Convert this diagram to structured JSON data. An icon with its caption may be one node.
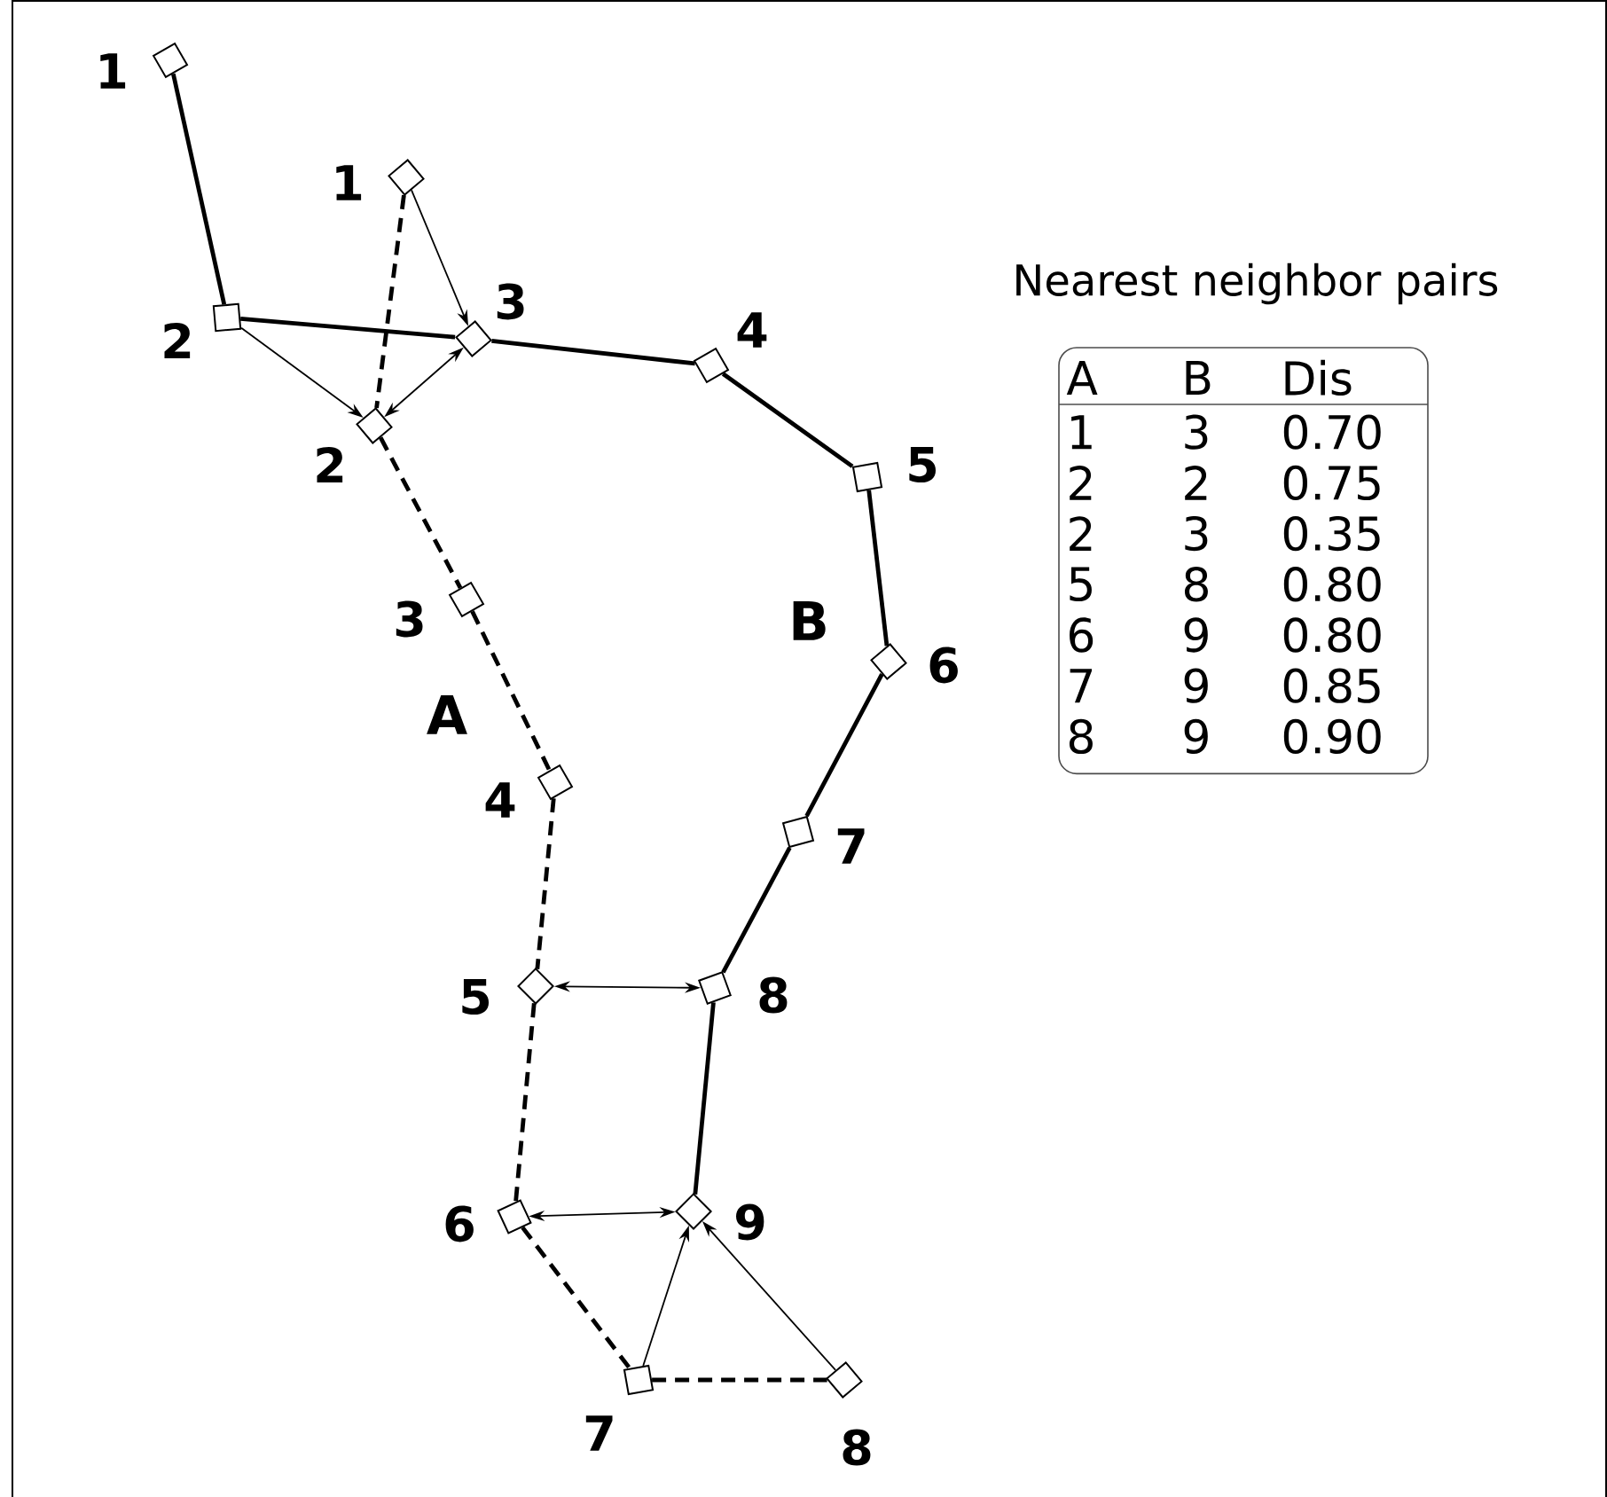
{
  "diagram": {
    "title": "Nearest neighbor pairs",
    "nodes": [
      {
        "text": [],
        "shape": "diamond",
        "beside": [
          "1"
        ]
      },
      {
        "text": [],
        "shape": "diamond",
        "beside": [
          "1"
        ]
      },
      {
        "text": [],
        "shape": "box",
        "beside": [
          "2"
        ]
      },
      {
        "text": [],
        "shape": "diamond",
        "beside": [
          "3"
        ]
      },
      {
        "text": [],
        "shape": "diamond",
        "beside": [
          "4"
        ]
      },
      {
        "text": [],
        "shape": "diamond",
        "beside": [
          "2"
        ]
      },
      {
        "text": [],
        "shape": "diamond",
        "beside": [
          "5"
        ]
      },
      {
        "text": [],
        "shape": "diamond",
        "beside": [
          "3"
        ]
      },
      {
        "text": [],
        "shape": "diamond",
        "beside": [
          "6"
        ]
      },
      {
        "text": [],
        "shape": "diamond",
        "beside": [
          "4"
        ]
      },
      {
        "text": [],
        "shape": "diamond",
        "beside": [
          "7"
        ]
      },
      {
        "text": [],
        "shape": "diamond",
        "beside": [
          "5"
        ]
      },
      {
        "text": [],
        "shape": "diamond",
        "beside": [
          "8"
        ]
      },
      {
        "text": [],
        "shape": "diamond",
        "beside": [
          "9"
        ]
      },
      {
        "text": [],
        "shape": "diamond",
        "beside": [
          "6"
        ]
      },
      {
        "text": [],
        "shape": "diamond",
        "beside": [
          "7"
        ]
      },
      {
        "text": [],
        "shape": "diamond",
        "beside": [
          "8"
        ]
      }
    ],
    "edges": [
      {
        "from": 0,
        "to": 2,
        "arrow": "none"
      },
      {
        "from": 2,
        "to": 3,
        "arrow": "none"
      },
      {
        "from": 3,
        "to": 4,
        "arrow": "none"
      },
      {
        "from": 4,
        "to": 6,
        "arrow": "none"
      },
      {
        "from": 6,
        "to": 8,
        "arrow": "none"
      },
      {
        "from": 8,
        "to": 10,
        "arrow": "none"
      },
      {
        "from": 10,
        "to": 12,
        "arrow": "none"
      },
      {
        "from": 12,
        "to": 13,
        "arrow": "none"
      },
      {
        "from": 1,
        "to": 5,
        "arrow": "none",
        "style": "dashed"
      },
      {
        "from": 5,
        "to": 7,
        "arrow": "none",
        "style": "dashed"
      },
      {
        "from": 7,
        "to": 9,
        "arrow": "none",
        "style": "dashed"
      },
      {
        "from": 9,
        "to": 11,
        "arrow": "none",
        "style": "dashed"
      },
      {
        "from": 11,
        "to": 14,
        "arrow": "none",
        "style": "dashed"
      },
      {
        "from": 14,
        "to": 15,
        "arrow": "none",
        "style": "dashed"
      },
      {
        "from": 15,
        "to": 16,
        "arrow": "none",
        "style": "dashed"
      },
      {
        "from": 1,
        "to": 3,
        "arrow": "to"
      },
      {
        "from": 2,
        "to": 5,
        "arrow": "to"
      },
      {
        "from": 5,
        "to": 3,
        "arrow": "both"
      },
      {
        "from": 11,
        "to": 12,
        "arrow": "both"
      },
      {
        "from": 14,
        "to": 13,
        "arrow": "both"
      },
      {
        "from": 15,
        "to": 13,
        "arrow": "to"
      },
      {
        "from": 16,
        "to": 13,
        "arrow": "to"
      }
    ],
    "labels": [
      "B",
      "A",
      "A",
      "B",
      "Dis",
      "1",
      "3",
      "0.70",
      "2",
      "2",
      "0.75",
      "2",
      "3",
      "0.35",
      "5",
      "8",
      "0.80",
      "6",
      "9",
      "0.80",
      "7",
      "9",
      "0.85",
      "8",
      "9",
      "0.90"
    ]
  }
}
